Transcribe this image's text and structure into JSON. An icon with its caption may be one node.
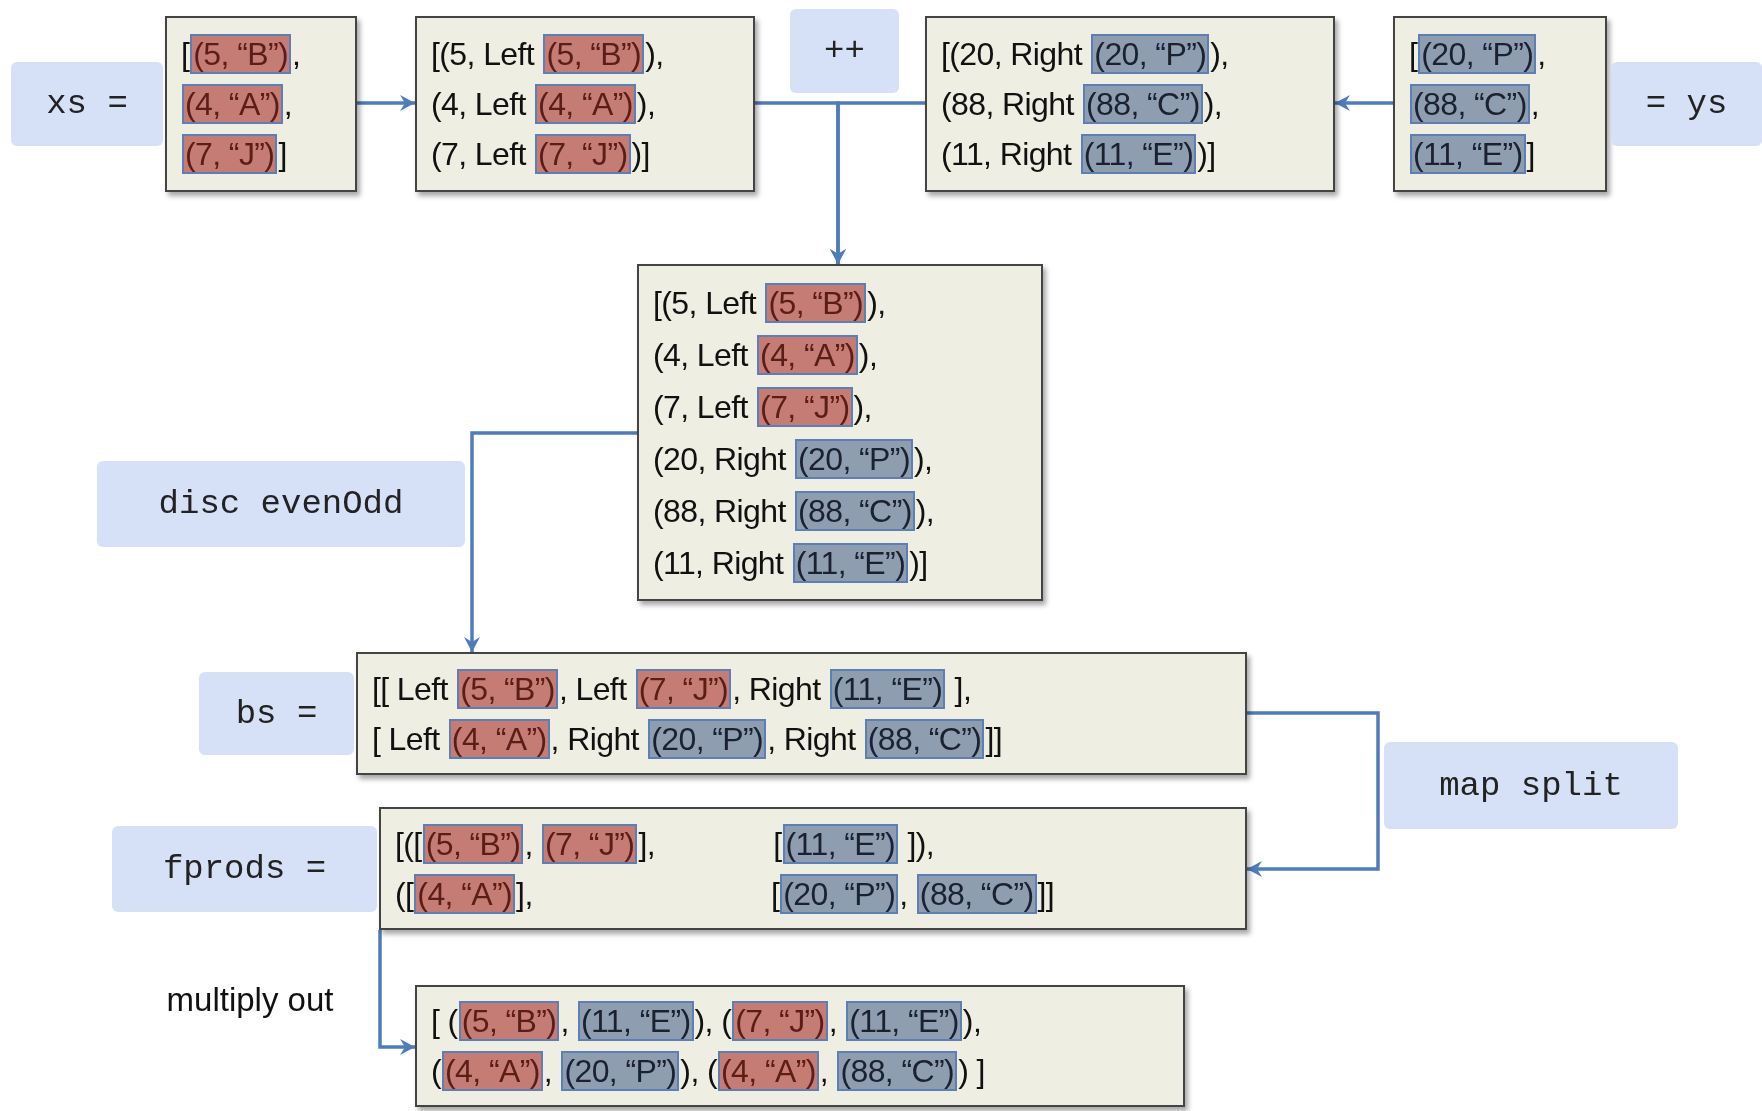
{
  "diagram": {
    "nodes": [
      {
        "text": [
          "[(5, “B”), (4, “A”), (7, “J”)]"
        ],
        "beside": [
          "xs ="
        ]
      },
      {
        "text": [
          "[(5, Left (5, “B”)), (4, Left (4, “A”)), (7, Left (7, “J”))]"
        ]
      },
      {
        "text": [
          "[(20, Right (20, “P”)), (88, Right (88, “C”)), (11, Right (11, “E”))]"
        ]
      },
      {
        "text": [
          "[(20, “P”), (88, “C”), (11, “E”)]"
        ],
        "beside": [
          "= ys"
        ]
      },
      {
        "text": [
          "[(5, Left (5, “B”)), (4, Left (4, “A”)), (7, Left (7, “J”)), (20, Right (20, “P”)), (88, Right (88, “C”)), (11, Right (11, “E”))]"
        ]
      },
      {
        "text": [
          "[[ Left (5, “B”), Left (7, “J”), Right (11, “E”) ], [ Left (4, “A”), Right (20, “P”), Right (88, “C”)]]"
        ],
        "beside": [
          "bs ="
        ]
      },
      {
        "text": [
          "[([(5, “B”), (7, “J”)], [(11, “E”) ]), ([(4, “A”)], [(20, “P”), (88, “C”)]]"
        ],
        "beside": [
          "fprods ="
        ]
      },
      {
        "text": [
          "[ ((5, “B”), (11, “E”)), ((7, “J”), (11, “E”)), ((4, “A”), (20, “P”)), ((4, “A”), (88, “C”)) ]"
        ]
      }
    ],
    "edges": [
      {
        "from": 0,
        "to": 1,
        "arrow": "to"
      },
      {
        "from": 1,
        "to": 4,
        "arrow": "to",
        "label": "++"
      },
      {
        "from": 2,
        "to": 4,
        "arrow": "to"
      },
      {
        "from": 3,
        "to": 2,
        "arrow": "to"
      },
      {
        "from": 4,
        "to": 5,
        "arrow": "to",
        "label": "disc evenOdd"
      },
      {
        "from": 5,
        "to": 6,
        "arrow": "to",
        "label": "map split"
      },
      {
        "from": 6,
        "to": 7,
        "arrow": "to",
        "label": "multiply out"
      }
    ]
  }
}
